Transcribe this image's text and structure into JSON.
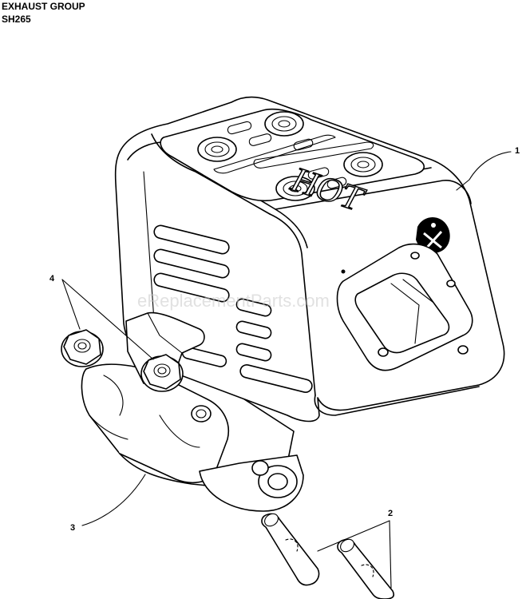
{
  "header": {
    "title": "EXHAUST GROUP",
    "model": "SH265"
  },
  "watermark": "eReplacementParts.com",
  "embossed_label": "HOT",
  "callouts": [
    {
      "number": "1",
      "part": "muffler-cover"
    },
    {
      "number": "2",
      "part": "pins"
    },
    {
      "number": "3",
      "part": "muffler-body"
    },
    {
      "number": "4",
      "part": "flange-nuts"
    }
  ],
  "colors": {
    "line": "#000000",
    "background": "#ffffff",
    "watermark": "#c8c8c8"
  }
}
